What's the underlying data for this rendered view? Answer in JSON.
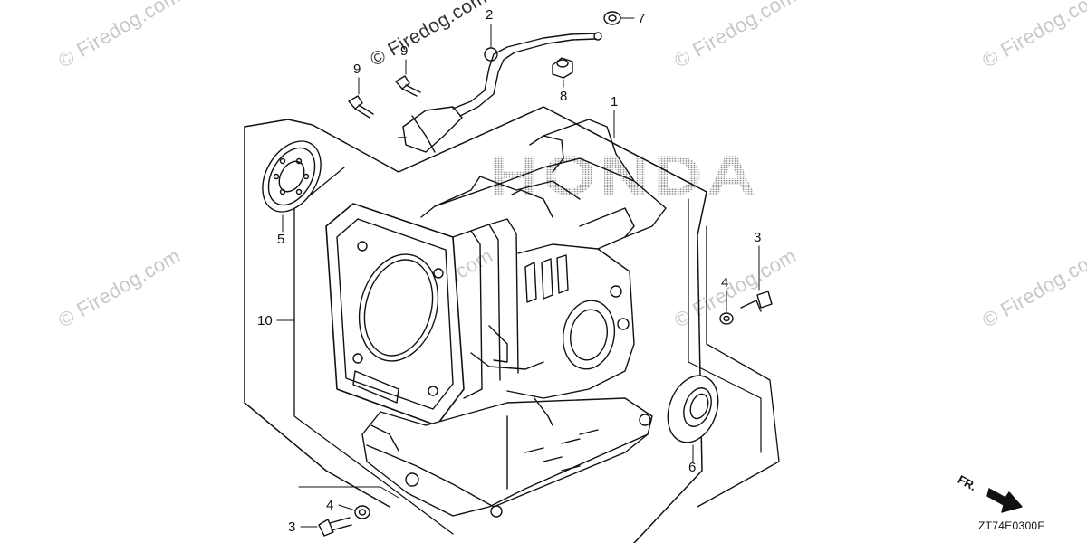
{
  "watermark_text": "© Firedog.com",
  "brand_logo": "HONDA",
  "diagram_code": "ZT74E0300F",
  "direction_marker": "FR.",
  "callouts": [
    {
      "id": "c1",
      "label": "1"
    },
    {
      "id": "c2",
      "label": "2"
    },
    {
      "id": "c3a",
      "label": "3"
    },
    {
      "id": "c3b",
      "label": "3"
    },
    {
      "id": "c4a",
      "label": "4"
    },
    {
      "id": "c4b",
      "label": "4"
    },
    {
      "id": "c5",
      "label": "5"
    },
    {
      "id": "c6",
      "label": "6"
    },
    {
      "id": "c7",
      "label": "7"
    },
    {
      "id": "c8",
      "label": "8"
    },
    {
      "id": "c9a",
      "label": "9"
    },
    {
      "id": "c9b",
      "label": "9"
    },
    {
      "id": "c10",
      "label": "10"
    }
  ]
}
